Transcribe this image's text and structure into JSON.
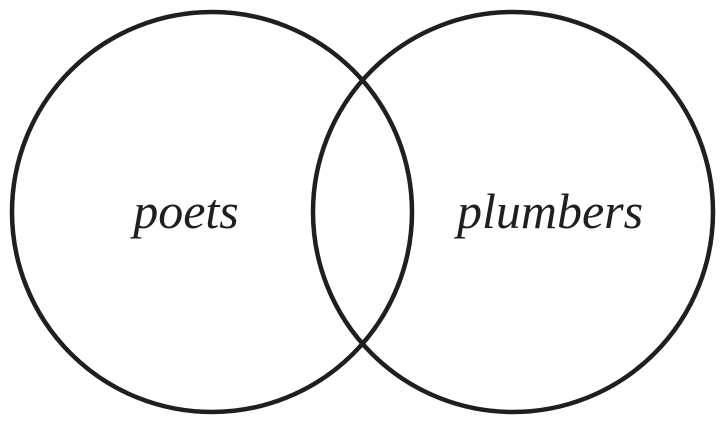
{
  "diagram": {
    "type": "venn",
    "sets": [
      {
        "label": "poets"
      },
      {
        "label": "plumbers"
      }
    ],
    "stroke_color": "#1f1f1f",
    "background_color": "#ffffff"
  }
}
